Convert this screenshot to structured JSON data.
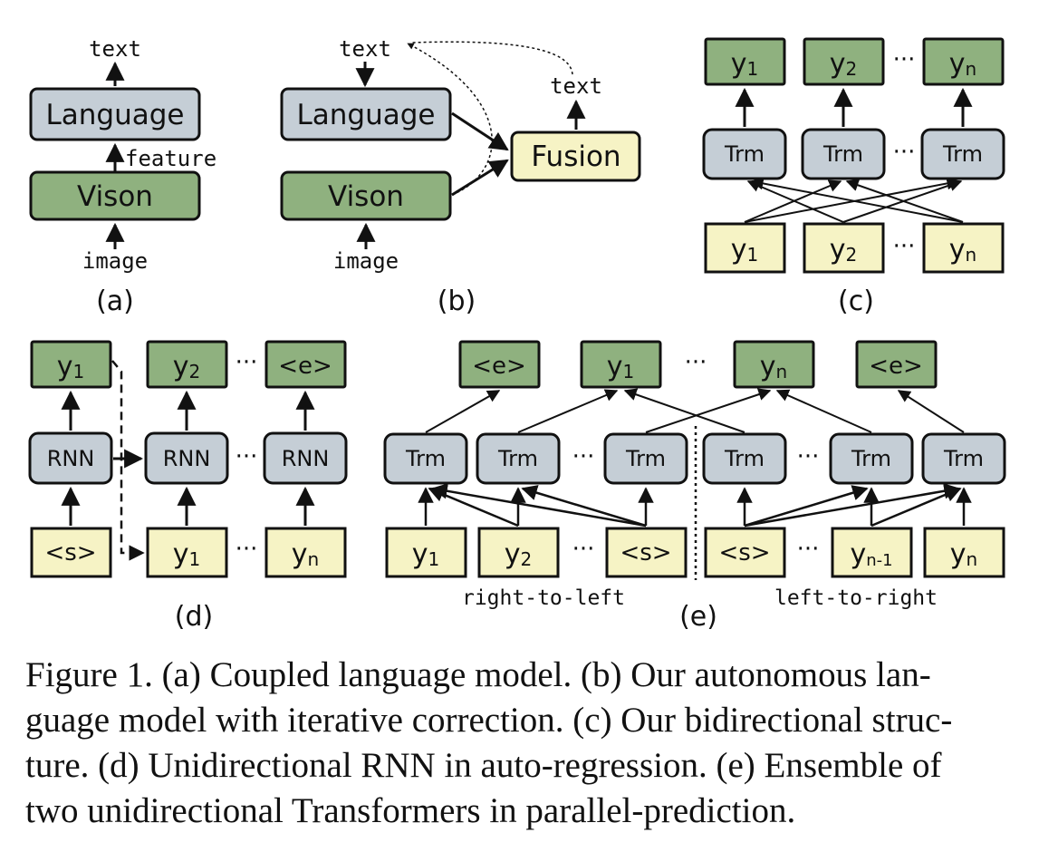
{
  "colors": {
    "green": "#8fb17f",
    "blue": "#c5ced6",
    "yellow": "#f6f3c5",
    "stroke": "#111111"
  },
  "panel_a": {
    "caption": "(a)",
    "language": "Language",
    "vision": "Vison",
    "text": "text",
    "feature": "feature",
    "image": "image"
  },
  "panel_b": {
    "caption": "(b)",
    "language": "Language",
    "vision": "Vison",
    "fusion": "Fusion",
    "text_left": "text",
    "text_right": "text",
    "image": "image"
  },
  "panel_c": {
    "caption": "(c)",
    "trm": "Trm",
    "ellipsis": "···",
    "outputs": [
      "y",
      "y",
      "y"
    ],
    "output_subs": [
      "1",
      "2",
      "n"
    ],
    "inputs": [
      "y",
      "y",
      "y"
    ],
    "input_subs": [
      "1",
      "2",
      "n"
    ]
  },
  "panel_d": {
    "caption": "(d)",
    "rnn": "RNN",
    "ellipsis": "···",
    "outputs": [
      "y",
      "y",
      "<e>"
    ],
    "output_subs": [
      "1",
      "2",
      ""
    ],
    "inputs": [
      "<s>",
      "y",
      "y"
    ],
    "input_subs": [
      "",
      "1",
      "n"
    ]
  },
  "panel_e": {
    "caption": "(e)",
    "trm": "Trm",
    "ellipsis": "···",
    "outputs": [
      "<e>",
      "y",
      "y",
      "<e>"
    ],
    "output_subs": [
      "",
      "1",
      "n",
      ""
    ],
    "inputs": [
      "y",
      "y",
      "<s>",
      "<s>",
      "y",
      "y"
    ],
    "input_subs": [
      "1",
      "2",
      "",
      "",
      "n-1",
      "n"
    ],
    "right_to_left": "right-to-left",
    "left_to_right": "left-to-right"
  },
  "caption": {
    "lines": [
      "Figure 1. (a) Coupled language model. (b) Our autonomous lan-",
      "guage model with iterative correction. (c) Our bidirectional struc-",
      "ture. (d) Unidirectional RNN in auto-regression. (e) Ensemble of",
      "two unidirectional Transformers in parallel-prediction."
    ]
  }
}
